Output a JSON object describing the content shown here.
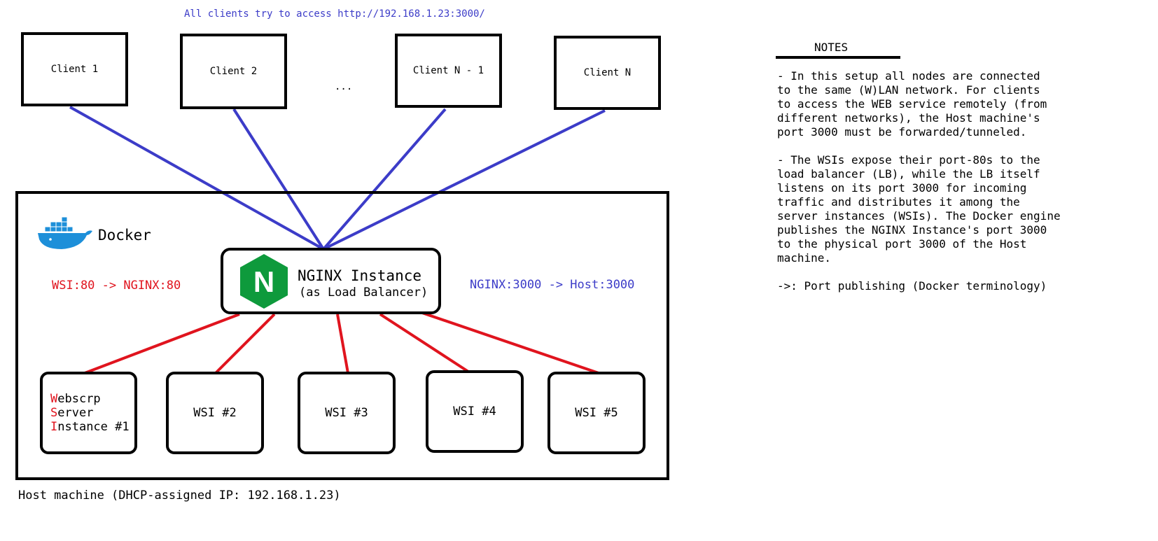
{
  "top_annotation": "All clients try to access http://192.168.1.23:3000/",
  "clients": [
    "Client 1",
    "Client 2",
    "Client N - 1",
    "Client N"
  ],
  "clients_ellipsis": "...",
  "docker": {
    "label": "Docker"
  },
  "nginx": {
    "title": "NGINX Instance",
    "subtitle": "(as Load Balancer)",
    "logo_letter": "N"
  },
  "port_mappings": {
    "wsi_to_nginx": "WSI:80 -> NGINX:80",
    "nginx_to_host": "NGINX:3000 -> Host:3000"
  },
  "wsi1": {
    "initials": [
      "W",
      "S",
      "I"
    ],
    "rests": [
      "ebscrp",
      "erver",
      "nstance #1"
    ]
  },
  "wsis": [
    "WSI #2",
    "WSI #3",
    "WSI #4",
    "WSI #5"
  ],
  "host_label": "Host machine (DHCP-assigned IP: 192.168.1.23)",
  "notes": {
    "title": "NOTES",
    "paragraphs": [
      [
        "- In this setup all nodes are connected",
        "to the same (W)LAN network. For clients",
        "to access the WEB service remotely (from",
        "different networks), the Host machine's",
        "port 3000 must be forwarded/tunneled."
      ],
      [
        "- The WSIs expose their port-80s to the",
        "load balancer (LB), while the LB itself",
        "listens on its port 3000 for incoming",
        "traffic and distributes it among the",
        "server instances (WSIs). The Docker engine",
        "publishes the NGINX Instance's port 3000",
        "to the physical port 3000 of the Host",
        "machine."
      ],
      [
        "->: Port publishing (Docker terminology)"
      ]
    ]
  },
  "colors": {
    "client_link": "#3c3cc8",
    "wsi_link": "#e0141e",
    "nginx_green": "#0e9a3c",
    "docker_blue": "#1d8fd9"
  }
}
